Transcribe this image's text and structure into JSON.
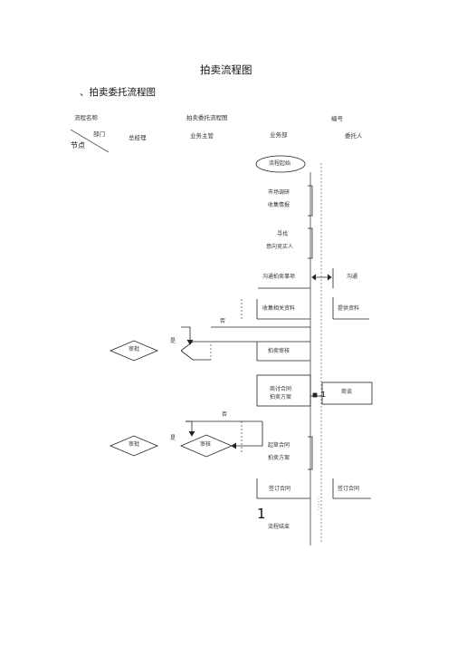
{
  "title": "拍卖流程图",
  "subtitle": "、拍卖委托流程图",
  "header": {
    "process_name_label": "流程名称",
    "process_name_value": "拍卖委托流程图",
    "number_label": "编号",
    "dept_label": "部门",
    "node_label": "节点",
    "columns": [
      "总经理",
      "业务主管",
      "业务部",
      "委托人"
    ]
  },
  "nodes": {
    "start": "流程起始",
    "market_research_1": "市场调研",
    "market_research_2": "收集情报",
    "find_buyer_1": "寻找",
    "find_buyer_2": "意向竞买人",
    "negotiate_auction": "沟通拍卖事项",
    "communicate": "沟通",
    "collect_materials": "收集相关资料",
    "provide_materials": "提供资料",
    "no_1": "否",
    "yes_1": "是",
    "approve_1": "审批",
    "auction_review": "拍卖审核",
    "contract_1": "商讨合同",
    "contract_2": "拍卖方案",
    "negotiate": "商谈",
    "marker_1": "1",
    "no_2": "否",
    "yes_2": "是",
    "approve_2": "审批",
    "review": "审核",
    "draft_1": "起草合同",
    "draft_2": "拍卖方案",
    "sign_1": "签订合同",
    "sign_2": "签订合同",
    "marker_2": "1",
    "end": "流程结束"
  }
}
